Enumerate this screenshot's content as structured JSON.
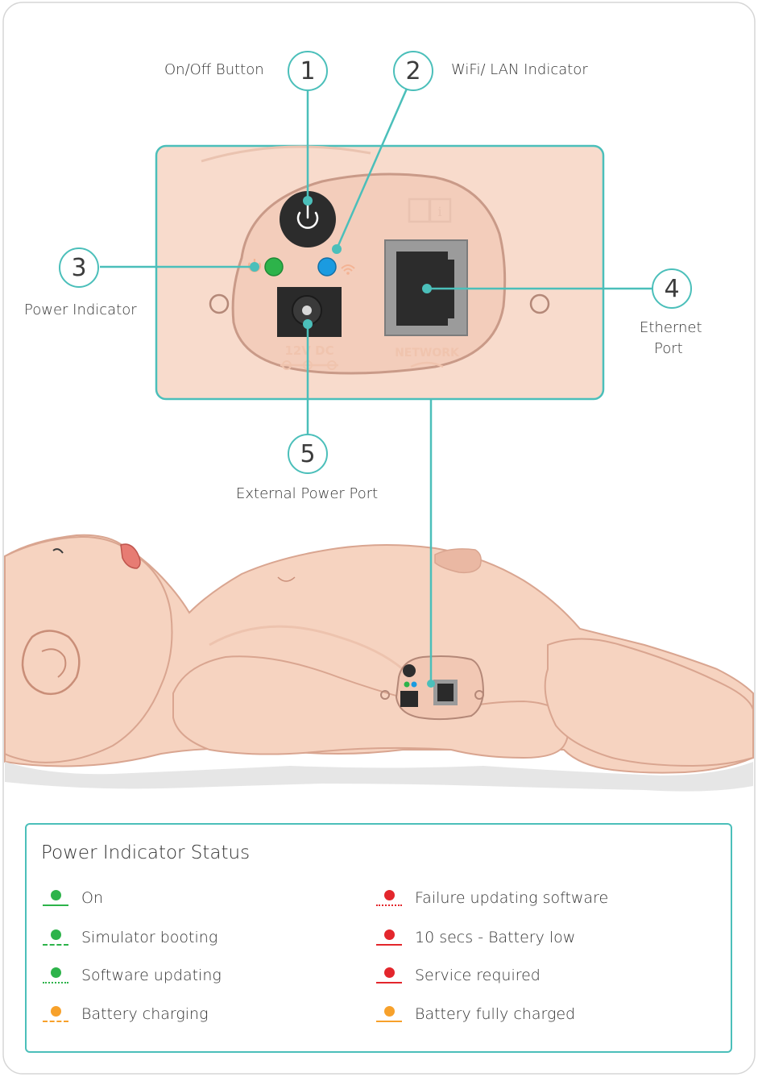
{
  "callouts": [
    {
      "number": "1",
      "label": "On/Off Button"
    },
    {
      "number": "2",
      "label": "WiFi/ LAN Indicator"
    },
    {
      "number": "3",
      "label": "Power Indicator"
    },
    {
      "number": "4",
      "label_line1": "Ethernet",
      "label_line2": "Port"
    },
    {
      "number": "5",
      "label": "External Power Port"
    }
  ],
  "panel": {
    "port_dc": "12V DC",
    "port_network": "NETWORK"
  },
  "legend": {
    "title": "Power Indicator Status",
    "items": [
      {
        "label": "On",
        "color": "#2db34a",
        "line": "solid"
      },
      {
        "label": "Simulator booting",
        "color": "#2db34a",
        "line": "dashed"
      },
      {
        "label": "Software updating",
        "color": "#2db34a",
        "line": "dotted"
      },
      {
        "label": "Battery charging",
        "color": "#f7a12b",
        "line": "dashed"
      },
      {
        "label": "Failure updating software",
        "color": "#e3262c",
        "line": "dotted"
      },
      {
        "label": "10 secs - Battery low",
        "color": "#e3262c",
        "line": "solid"
      },
      {
        "label": "Service required",
        "color": "#e3262c",
        "line": "solid"
      },
      {
        "label": "Battery fully charged",
        "color": "#f7a12b",
        "line": "solid"
      }
    ]
  },
  "colors": {
    "accent": "#4bbfba",
    "skin": "#f6d3c0",
    "skin_dark": "#e8b8a2",
    "panel_bg": "#f8dbcc",
    "led_green": "#2db34a",
    "led_blue": "#1b9be0"
  }
}
